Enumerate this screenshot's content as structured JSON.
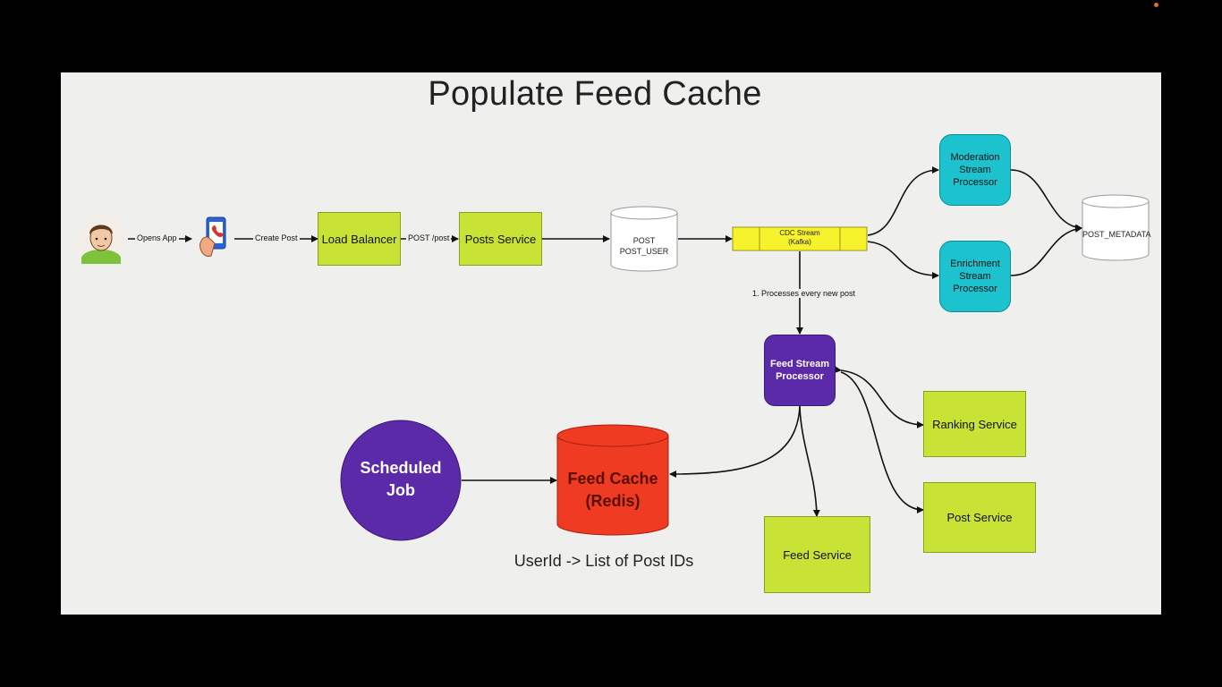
{
  "title": "Populate Feed Cache",
  "nodes": {
    "user": {
      "icon": "user-avatar-icon"
    },
    "phone": {
      "icon": "smartphone-icon"
    },
    "load_balancer": "Load Balancer",
    "posts_service": "Posts Service",
    "post_db": {
      "line1": "POST",
      "line2": "POST_USER"
    },
    "cdc_stream": {
      "line1": "CDC Stream",
      "line2": "(Kafka)"
    },
    "moderation": {
      "line1": "Moderation",
      "line2": "Stream",
      "line3": "Processor"
    },
    "enrichment": {
      "line1": "Enrichment",
      "line2": "Stream",
      "line3": "Processor"
    },
    "post_metadata": "POST_METADATA",
    "feed_stream_processor": {
      "line1": "Feed Stream",
      "line2": "Processor"
    },
    "ranking_service": "Ranking Service",
    "post_service": "Post Service",
    "feed_service": "Feed Service",
    "scheduled_job": {
      "line1": "Scheduled",
      "line2": "Job"
    },
    "feed_cache": {
      "line1": "Feed Cache",
      "line2": "(Redis)"
    }
  },
  "edges": {
    "opens_app": "Opens App",
    "create_post": "Create Post",
    "post_post": "POST /post",
    "processes": "1. Processes every new post"
  },
  "caption": "UserId -> List of Post IDs",
  "cursor": {
    "icon": "hand-cursor-icon"
  },
  "colors": {
    "lime": "#c8e235",
    "teal": "#1cc3cf",
    "purple": "#5a2aa8",
    "red": "#ee3b22",
    "yellow": "#f6f22b"
  }
}
